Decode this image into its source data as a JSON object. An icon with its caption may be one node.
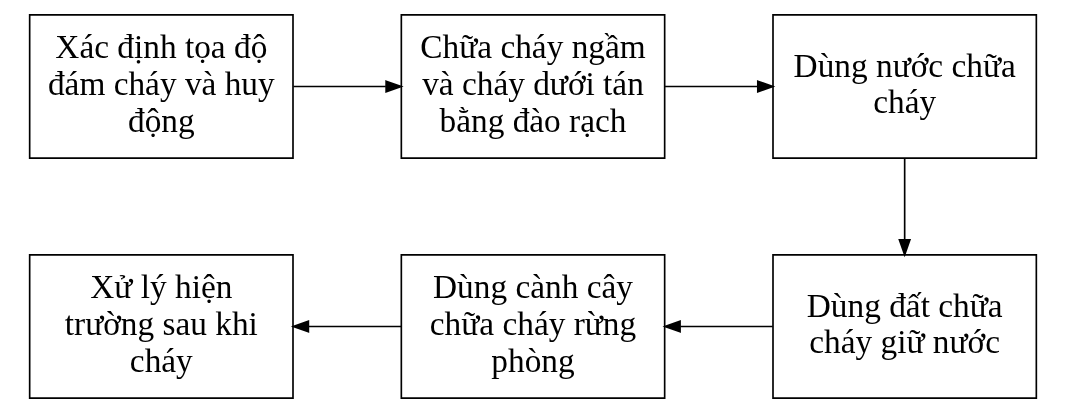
{
  "diagram": {
    "nodes": [
      {
        "text": [
          "Xác định tọa độ đám cháy và huy động"
        ]
      },
      {
        "text": [
          "Chữa cháy ngầm và cháy dưới tán bằng đào rạch"
        ]
      },
      {
        "text": [
          "Dùng nước chữa cháy"
        ]
      },
      {
        "text": [
          "Xử lý hiện trường sau khi cháy"
        ]
      },
      {
        "text": [
          "Dùng cành cây chữa cháy rừng phòng"
        ]
      },
      {
        "text": [
          "Dùng đất chữa cháy giữ nước"
        ]
      }
    ],
    "edges": [
      {
        "from": 0,
        "to": 1,
        "arrow": "to"
      },
      {
        "from": 1,
        "to": 2,
        "arrow": "to"
      },
      {
        "from": 2,
        "to": 5,
        "arrow": "to"
      },
      {
        "from": 5,
        "to": 4,
        "arrow": "to"
      },
      {
        "from": 4,
        "to": 3,
        "arrow": "to"
      }
    ]
  }
}
